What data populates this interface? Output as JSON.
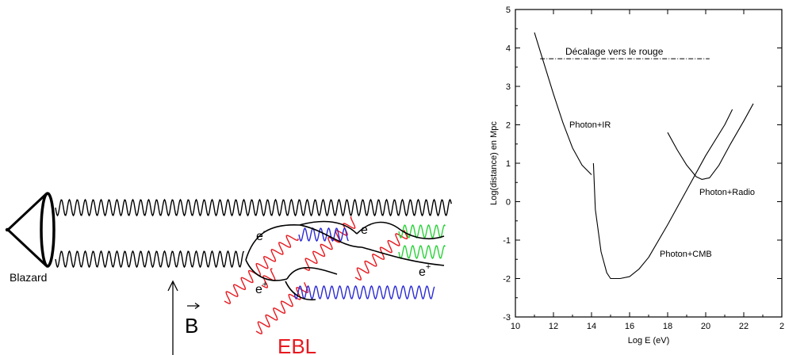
{
  "diagram": {
    "source_label": "Blazard",
    "field_label": "B",
    "ebl_label": "EBL",
    "electron_label": "e",
    "electron_sup": "-",
    "positron_label": "e",
    "positron_sup": "+",
    "colors": {
      "ebl": "#e8191f",
      "ic_photon": "#2a2ad6",
      "cascade_photon": "#2bd13a",
      "wave": "#000000"
    }
  },
  "plot": {
    "xlabel": "Log E (eV)",
    "ylabel": "Log(distance) en Mpc",
    "redshift_label": "Décalage vers le rouge",
    "curve_labels": {
      "ir": "Photon+IR",
      "cmb": "Photon+CMB",
      "radio": "Photon+Radio"
    }
  },
  "chart_data": {
    "type": "line",
    "xlabel": "Log E (eV)",
    "ylabel": "Log(distance) en Mpc",
    "xlim": [
      10,
      24
    ],
    "ylim": [
      -3,
      5
    ],
    "x_ticks": [
      "10",
      "12",
      "14",
      "16",
      "18",
      "20",
      "22",
      "2"
    ],
    "y_ticks": [
      "-3",
      "-2",
      "-1",
      "0",
      "1",
      "2",
      "3",
      "4",
      "5"
    ],
    "series": [
      {
        "name": "Photon+IR",
        "points": [
          [
            11.0,
            4.4
          ],
          [
            11.5,
            3.6
          ],
          [
            12.0,
            2.8
          ],
          [
            12.5,
            2.05
          ],
          [
            13.0,
            1.4
          ],
          [
            13.5,
            0.95
          ],
          [
            14.0,
            0.7
          ]
        ]
      },
      {
        "name": "Photon+CMB",
        "points": [
          [
            14.1,
            1.0
          ],
          [
            14.2,
            -0.2
          ],
          [
            14.5,
            -1.3
          ],
          [
            14.8,
            -1.85
          ],
          [
            15.0,
            -2.0
          ],
          [
            15.5,
            -2.0
          ],
          [
            16.0,
            -1.95
          ],
          [
            16.5,
            -1.75
          ],
          [
            17.0,
            -1.45
          ],
          [
            18.0,
            -0.6
          ],
          [
            19.0,
            0.3
          ],
          [
            20.0,
            1.2
          ],
          [
            21.0,
            2.0
          ],
          [
            21.4,
            2.4
          ]
        ]
      },
      {
        "name": "Photon+Radio",
        "points": [
          [
            18.0,
            1.8
          ],
          [
            18.5,
            1.35
          ],
          [
            19.0,
            0.95
          ],
          [
            19.5,
            0.65
          ],
          [
            19.8,
            0.58
          ],
          [
            20.2,
            0.62
          ],
          [
            20.7,
            0.95
          ],
          [
            21.3,
            1.5
          ],
          [
            22.0,
            2.1
          ],
          [
            22.5,
            2.55
          ]
        ]
      }
    ],
    "annotations": [
      {
        "text": "Décalage vers le rouge",
        "type": "hline",
        "y": 3.72,
        "x": [
          11.3,
          20.2
        ]
      }
    ],
    "grid": false,
    "legend": "none"
  }
}
